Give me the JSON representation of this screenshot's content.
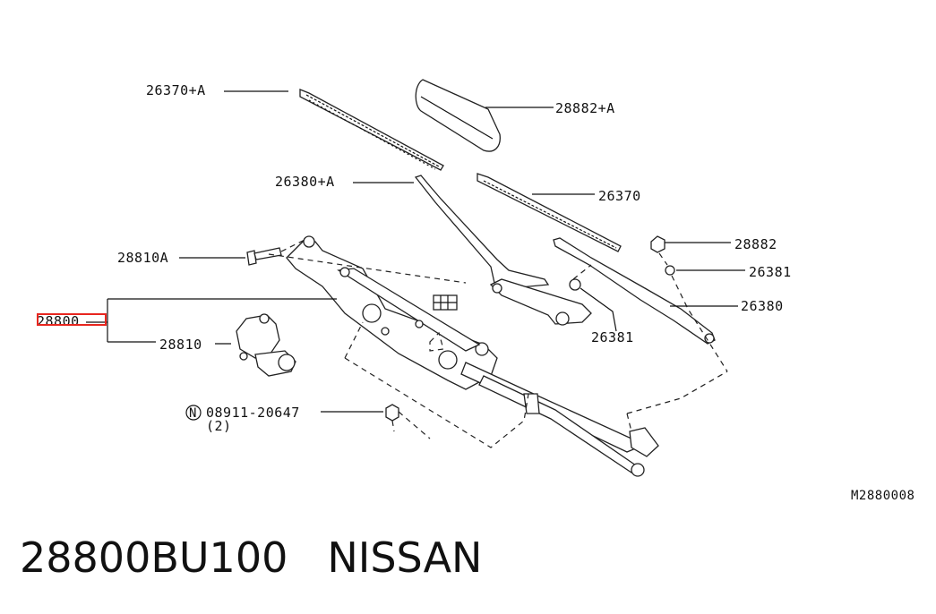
{
  "labels": {
    "l26370a": "26370+A",
    "l28882a": "28882+A",
    "l26380a": "26380+A",
    "l26370": "26370",
    "l28882": "28882",
    "l26381r": "26381",
    "l28810a": "28810A",
    "l26380": "26380",
    "l28800": "28800",
    "l26381c": "26381",
    "l28810": "28810",
    "l08911": "08911-20647",
    "l08911_qty": "(2)",
    "nut_symbol": "N",
    "ref_code": "M2880008"
  },
  "footer": {
    "part_number": "28800BU100",
    "brand": "NISSAN"
  },
  "colors": {
    "highlight": "#e8261f",
    "ink": "#111111"
  }
}
